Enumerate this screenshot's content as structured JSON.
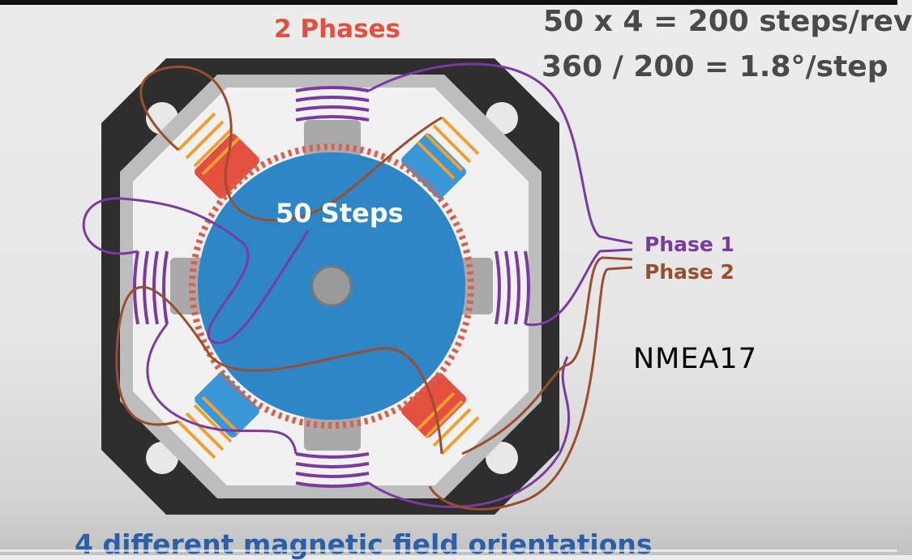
{
  "diagram": {
    "title": "2 Phases",
    "equation_steps_per_rev": "50 x 4 = 200 steps/rev",
    "equation_degrees_per_step": "360 / 200 = 1.8°/step",
    "rotor_label": "50 Steps",
    "wire_label_phase1": "Phase 1",
    "wire_label_phase2": "Phase 2",
    "motor_model": "NMEA17",
    "caption": "4 different magnetic field orientations"
  },
  "colors": {
    "phase1_wire": "#7a3aa0",
    "phase2_wire": "#9a4e2e",
    "rotor_blue": "#2f86c6",
    "energized_red": "#e4503f",
    "energized_blue": "#3a98d8",
    "coil_orange": "#f0a030",
    "frame_dark": "#2e2e2e",
    "title_red": "#e4503f",
    "caption_blue": "#2b5fa8"
  },
  "icons": [
    "stepper-motor-diagram"
  ]
}
